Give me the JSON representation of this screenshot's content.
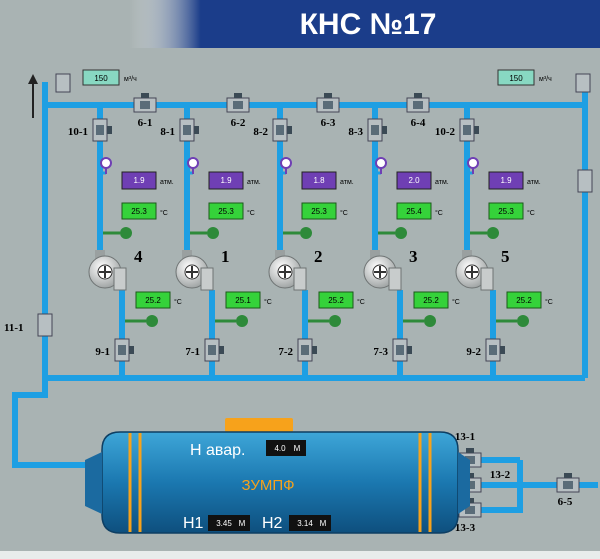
{
  "title": "КНС №17",
  "flow_left": {
    "value": "150",
    "unit": "м³/ч"
  },
  "flow_right": {
    "value": "150",
    "unit": "м³/ч"
  },
  "top_valves": [
    "6-1",
    "6-2",
    "6-3",
    "6-4"
  ],
  "pumps": [
    {
      "number": "4",
      "inlet": "10-1",
      "outlet": "9-1",
      "pressure": "1.9",
      "pressure_unit": "атм.",
      "temp_top": "25.3",
      "temp_bottom": "25.2",
      "temp_unit": "°C"
    },
    {
      "number": "1",
      "inlet": "8-1",
      "outlet": "7-1",
      "pressure": "1.9",
      "pressure_unit": "атм.",
      "temp_top": "25.3",
      "temp_bottom": "25.1",
      "temp_unit": "°C"
    },
    {
      "number": "2",
      "inlet": "8-2",
      "outlet": "7-2",
      "pressure": "1.8",
      "pressure_unit": "атм.",
      "temp_top": "25.3",
      "temp_bottom": "25.2",
      "temp_unit": "°C"
    },
    {
      "number": "3",
      "inlet": "8-3",
      "outlet": "7-3",
      "pressure": "2.0",
      "pressure_unit": "атм.",
      "temp_top": "25.4",
      "temp_bottom": "25.2",
      "temp_unit": "°C"
    },
    {
      "number": "5",
      "inlet": "10-2",
      "outlet": "9-2",
      "pressure": "1.9",
      "pressure_unit": "атм.",
      "temp_top": "25.3",
      "temp_bottom": "25.2",
      "temp_unit": "°C"
    }
  ],
  "valve_side": "11-1",
  "outlet_valves": [
    "13-1",
    "13-2",
    "13-3",
    "6-5"
  ],
  "tank": {
    "name": "ЗУМПФ",
    "alarm_label": "Н авар.",
    "alarm_value": "4.0",
    "h1_label": "Н1",
    "h1_value": "3.45",
    "h2_label": "Н2",
    "h2_value": "3.14",
    "unit": "М"
  },
  "colors": {
    "bg": "#a9b3b3",
    "pipe": "#1e9fe3",
    "header": "#1b3d8a",
    "pressure": "#6f3fb4",
    "temp": "#35d23a",
    "flow": "#88d8c2",
    "tank": "#1f82ba",
    "tank_accent": "#f7a21b"
  }
}
